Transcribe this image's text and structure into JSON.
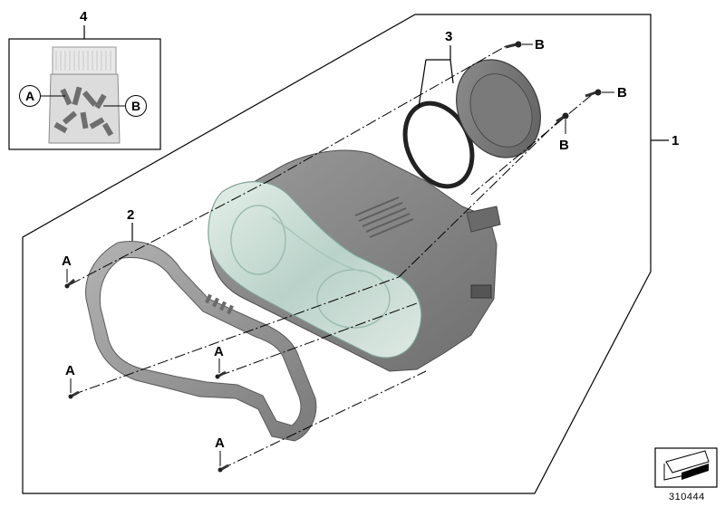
{
  "callouts": {
    "item_1": "1",
    "item_2": "2",
    "item_3": "3",
    "item_4": "4",
    "screw_a": "A",
    "screw_b": "B"
  },
  "kit_labels": {
    "a": "A",
    "b": "B"
  },
  "part_number": "310444",
  "colors": {
    "lens": "#cfe3dc",
    "housing": "#8a8a8a",
    "frame": "#9a9a9a",
    "line": "#000000"
  }
}
